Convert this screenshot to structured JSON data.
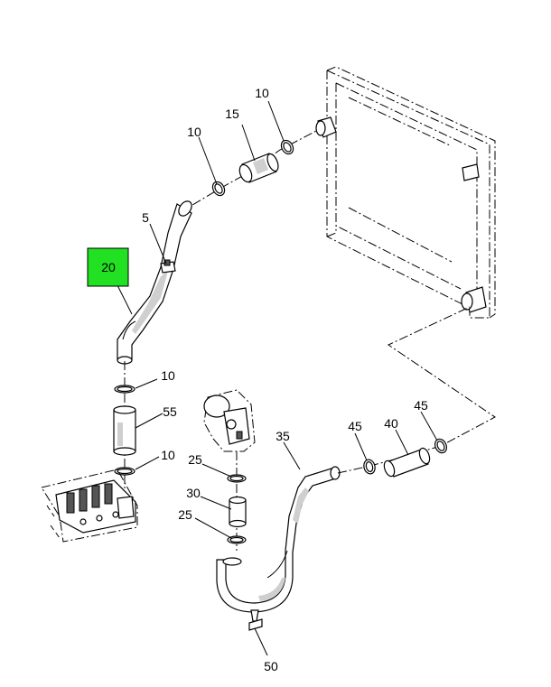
{
  "highlight_color": "#22e022",
  "callouts": {
    "c20": "20",
    "c5": "5",
    "c10a": "10",
    "c15": "15",
    "c10b": "10",
    "c10c": "10",
    "c55": "55",
    "c10d": "10",
    "c25a": "25",
    "c30": "30",
    "c25b": "25",
    "c35": "35",
    "c45a": "45",
    "c40": "40",
    "c45b": "45",
    "c50": "50"
  }
}
